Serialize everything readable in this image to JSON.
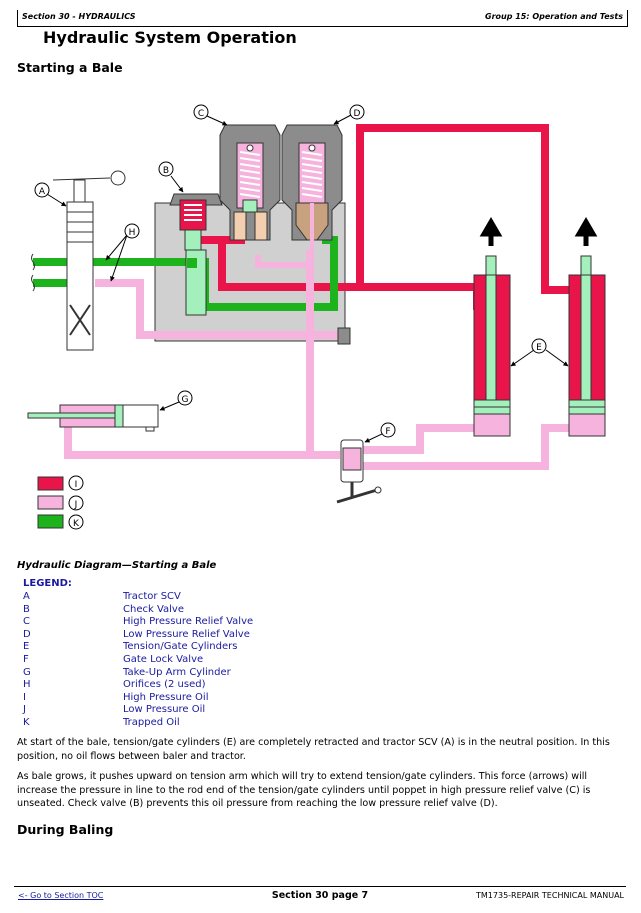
{
  "header": {
    "section": "Section 30 - HYDRAULICS",
    "group": "Group 15: Operation and Tests"
  },
  "page_title": "Hydraulic System Operation",
  "subtitle": "Starting a Bale",
  "diagram": {
    "callouts": {
      "A": "A",
      "B": "B",
      "C": "C",
      "D": "D",
      "E": "E",
      "F": "F",
      "G": "G",
      "H": "H",
      "I": "I",
      "J": "J",
      "K": "K"
    },
    "colors": {
      "high_pressure": "#e8144a",
      "low_pressure": "#f6b3dd",
      "trapped": "#1db31d",
      "rod": "#a4f0bc",
      "body": "#d0d0d0",
      "valve_cap": "#8c8c8c",
      "seat": "#f3cfb0",
      "poppet": "#c8a27e"
    },
    "swatches": [
      {
        "key": "I",
        "color": "#e8144a"
      },
      {
        "key": "J",
        "color": "#f6b3dd"
      },
      {
        "key": "K",
        "color": "#1db31d"
      }
    ]
  },
  "caption": "Hydraulic Diagram—Starting a Bale",
  "legend": {
    "heading": "LEGEND:",
    "items": [
      {
        "key": "A",
        "label": "Tractor SCV"
      },
      {
        "key": "B",
        "label": "Check Valve"
      },
      {
        "key": "C",
        "label": "High Pressure Relief Valve"
      },
      {
        "key": "D",
        "label": "Low Pressure Relief Valve"
      },
      {
        "key": "E",
        "label": "Tension/Gate Cylinders"
      },
      {
        "key": "F",
        "label": "Gate Lock Valve"
      },
      {
        "key": "G",
        "label": "Take-Up Arm Cylinder"
      },
      {
        "key": "H",
        "label": "Orifices (2 used)"
      },
      {
        "key": "I",
        "label": "High Pressure Oil"
      },
      {
        "key": "J",
        "label": "Low Pressure Oil"
      },
      {
        "key": "K",
        "label": "Trapped Oil"
      }
    ]
  },
  "paragraphs": [
    "At start of the bale, tension/gate cylinders (E) are completely retracted and tractor SCV (A) is in the neutral position. In this position, no oil flows between baler and tractor.",
    "As bale grows, it pushes upward on tension arm which will try to extend tension/gate cylinders. This force (arrows) will increase the pressure in line to the rod end of the tension/gate cylinders until poppet in high pressure relief valve (C) is unseated. Check valve (B) prevents this oil pressure from reaching the low pressure relief valve (D)."
  ],
  "next_heading": "During Baling",
  "footer": {
    "toc_link": "<- Go to Section TOC",
    "page": "Section 30 page 7",
    "manual": "TM1735-REPAIR TECHNICAL MANUAL"
  }
}
